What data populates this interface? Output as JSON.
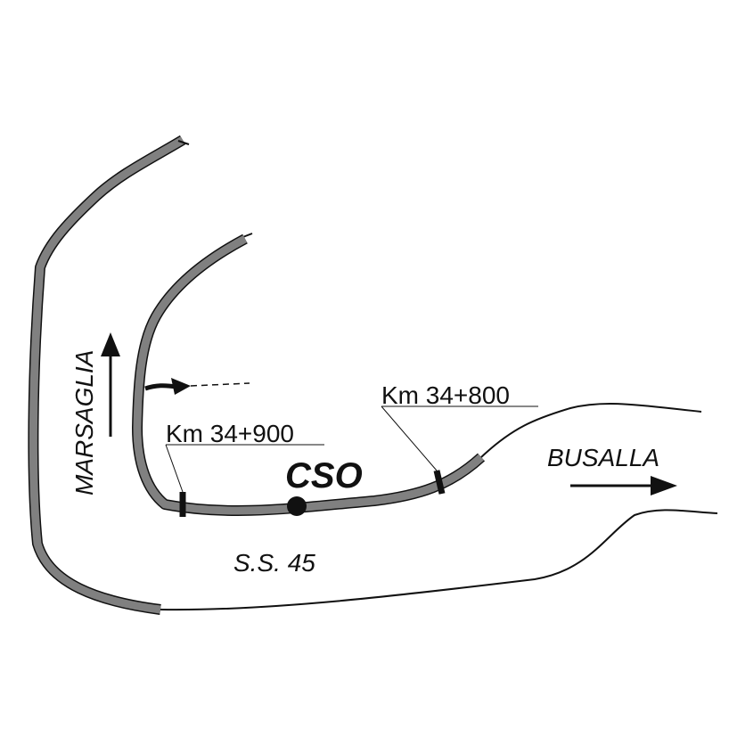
{
  "labels": {
    "marsaglia": "MARSAGLIA",
    "busalla": "BUSALLA",
    "km_34_900": "Km 34+900",
    "km_34_800": "Km 34+800",
    "cso": "CSO",
    "ss45": "S.S. 45"
  },
  "colors": {
    "road_fill": "#808080",
    "ink": "#111111",
    "background": "#ffffff"
  }
}
